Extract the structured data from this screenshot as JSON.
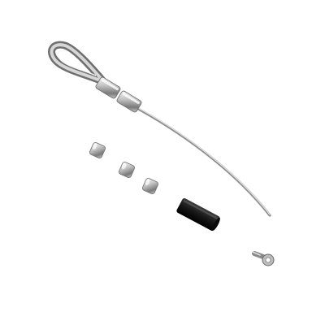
{
  "scene": {
    "background_color": "#ffffff",
    "objects": [
      {
        "name": "wire-rope-with-thimble-eye",
        "kind": "cable-assembly"
      },
      {
        "name": "ferrule-sleeve",
        "count": 3
      },
      {
        "name": "heat-shrink-tube",
        "count": 1
      },
      {
        "name": "small-ring-terminal",
        "count": 1
      }
    ],
    "colors": {
      "steel": "#b8b8b8",
      "steel_dark": "#6e6e6e",
      "steel_light": "#eeeeee",
      "tube": "#1b1b1b"
    }
  }
}
